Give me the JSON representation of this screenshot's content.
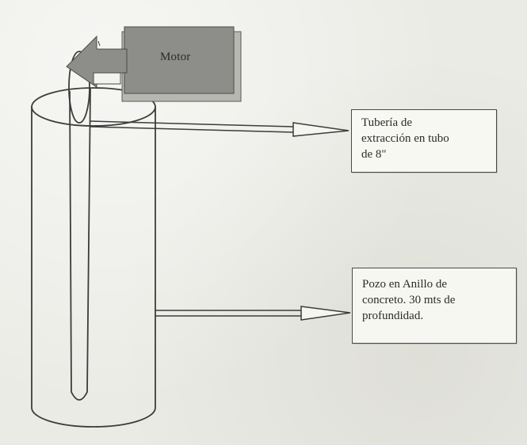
{
  "motor": {
    "label": "Motor"
  },
  "labels": {
    "pipe": {
      "lines": [
        "Tubería de",
        "extracción en tubo",
        "de 8\""
      ]
    },
    "well": {
      "lines": [
        "Pozo en Anillo de",
        "concreto. 30 mts de",
        "profundidad."
      ]
    }
  },
  "colors": {
    "background": "#ebebe6",
    "motor_fill": "#8d8d8a",
    "line": "#3c3c3a"
  }
}
